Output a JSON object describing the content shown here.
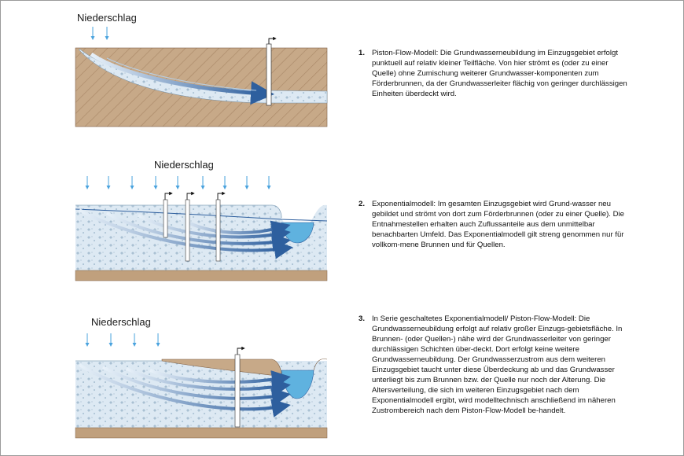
{
  "panels": [
    {
      "label": "Niederschlag",
      "number": "1.",
      "text": "Piston-Flow-Modell: Die Grundwasserneubildung im Einzugsgebiet erfolgt punktuell auf relativ kleiner Teilfläche. Von hier strömt es (oder zu einer Quelle) ohne Zumischung weiterer Grundwasser-komponenten zum Förderbrunnen, da der Grundwasserleiter flächig von geringer durchlässigen Einheiten überdeckt wird."
    },
    {
      "label": "Niederschlag",
      "number": "2.",
      "text": "Exponentialmodell: Im gesamten Einzugsgebiet wird Grund-wasser neu gebildet und strömt von dort zum Förderbrunnen (oder zu einer Quelle). Die Entnahmestellen erhalten auch Zuflussanteile aus dem unmittelbar benachbarten Umfeld. Das Exponentialmodell gilt streng genommen nur für vollkom-mene Brunnen und für Quellen."
    },
    {
      "label": "Niederschlag",
      "number": "3.",
      "text": "In Serie geschaltetes Exponentialmodell/ Piston-Flow-Modell: Die Grundwasserneubildung erfolgt auf relativ großer Einzugs-gebietsfläche. In Brunnen- (oder Quellen-) nähe wird der Grundwasserleiter von geringer durchlässigen Schichten über-deckt. Dort erfolgt keine weitere Grundwasserneubildung. Der Grundwasserzustrom aus dem weiteren Einzugsgebiet taucht unter diese Überdeckung ab und das Grundwasser unterliegt bis zum Brunnen bzw. der Quelle nur noch der Alterung. Die Altersverteilung, die sich im weiteren Einzugsgebiet nach dem Exponentialmodell ergibt, wird modelltechnisch anschließend im näheren Zustrombereich nach dem Piston-Flow-Modell be-handelt."
    }
  ],
  "colors": {
    "clay": "#c7a988",
    "clay_line": "#7d5f45",
    "aquifer": "#dde9f3",
    "water": "#5fb2df",
    "arrow_dark": "#2e5f9e",
    "rain": "#4aa3de",
    "base": "#c0a07d"
  }
}
